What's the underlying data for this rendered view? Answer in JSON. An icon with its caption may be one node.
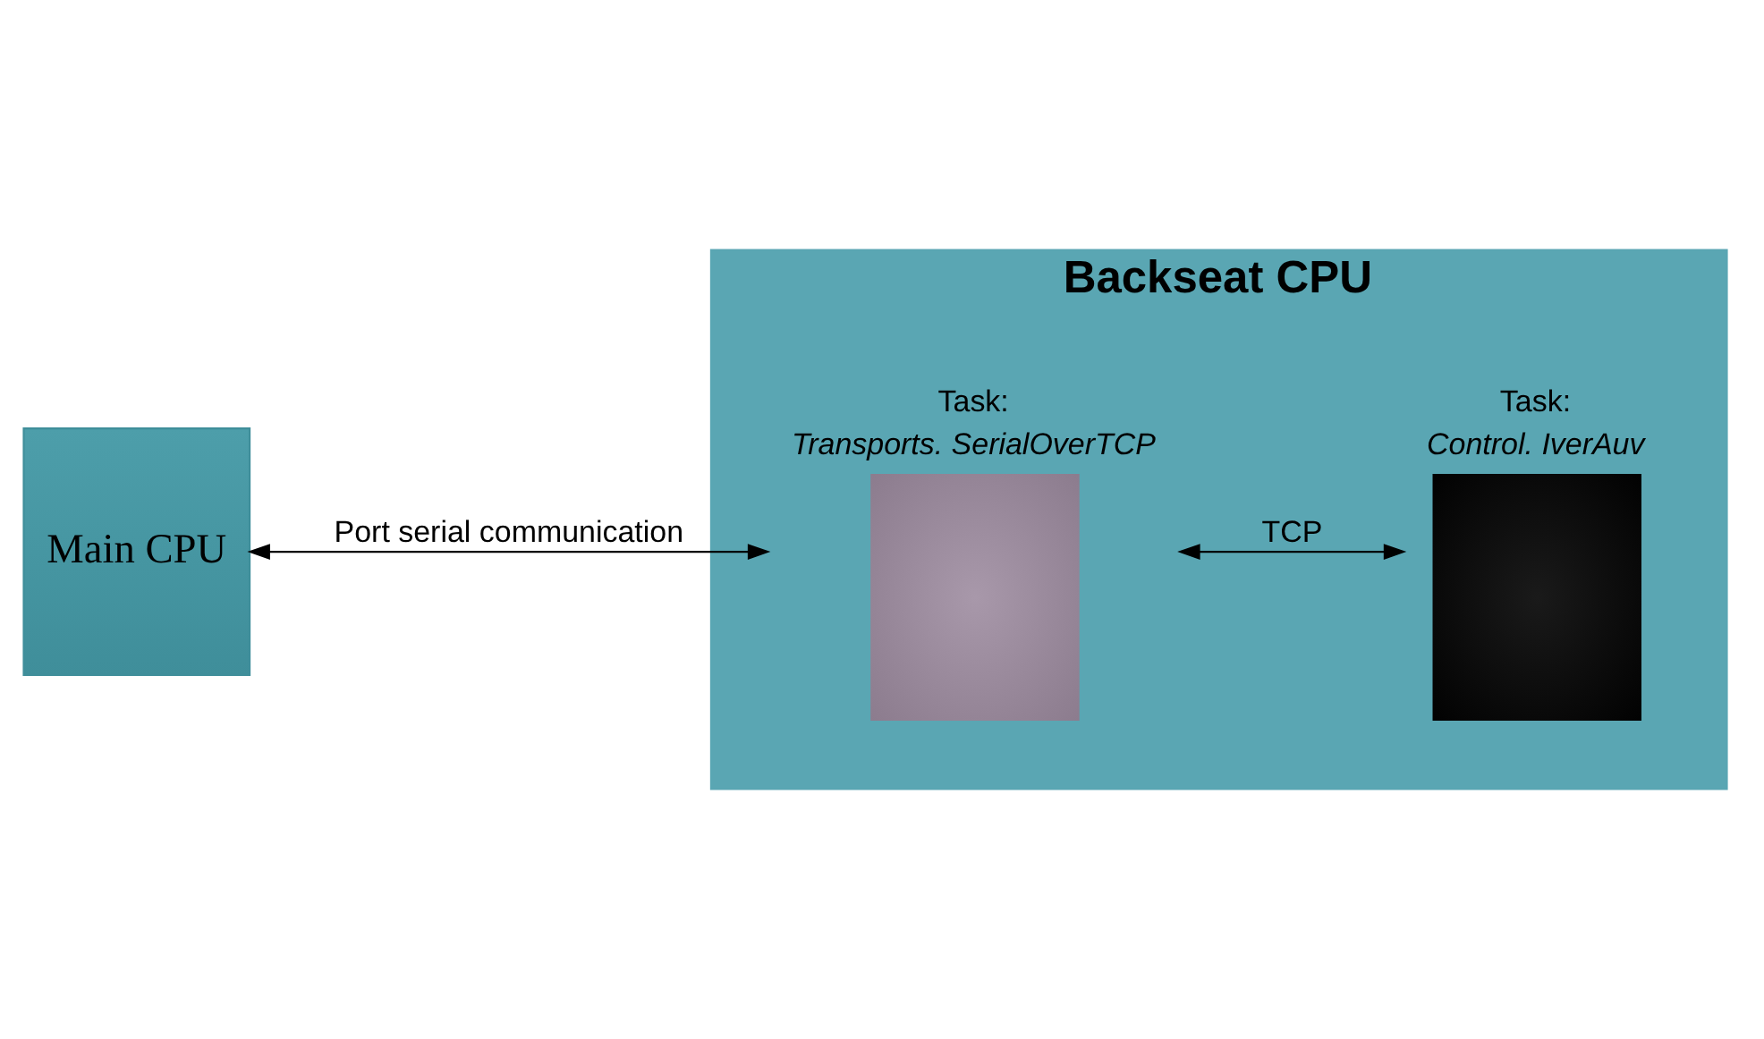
{
  "diagram": {
    "nodes": [
      {
        "text": [
          "Main CPU"
        ]
      },
      {
        "text": [
          "Backseat CPU"
        ]
      },
      {
        "text": [
          "Task:",
          "Transports. SerialOverTCP"
        ],
        "in": 1
      },
      {
        "text": [
          "Task:",
          "Control. IverAuv"
        ],
        "in": 1
      }
    ],
    "edges": [
      {
        "from": 0,
        "to": 2,
        "arrow": "both",
        "label": "Port serial communication"
      },
      {
        "from": 2,
        "to": 3,
        "arrow": "both",
        "label": "TCP"
      }
    ]
  }
}
